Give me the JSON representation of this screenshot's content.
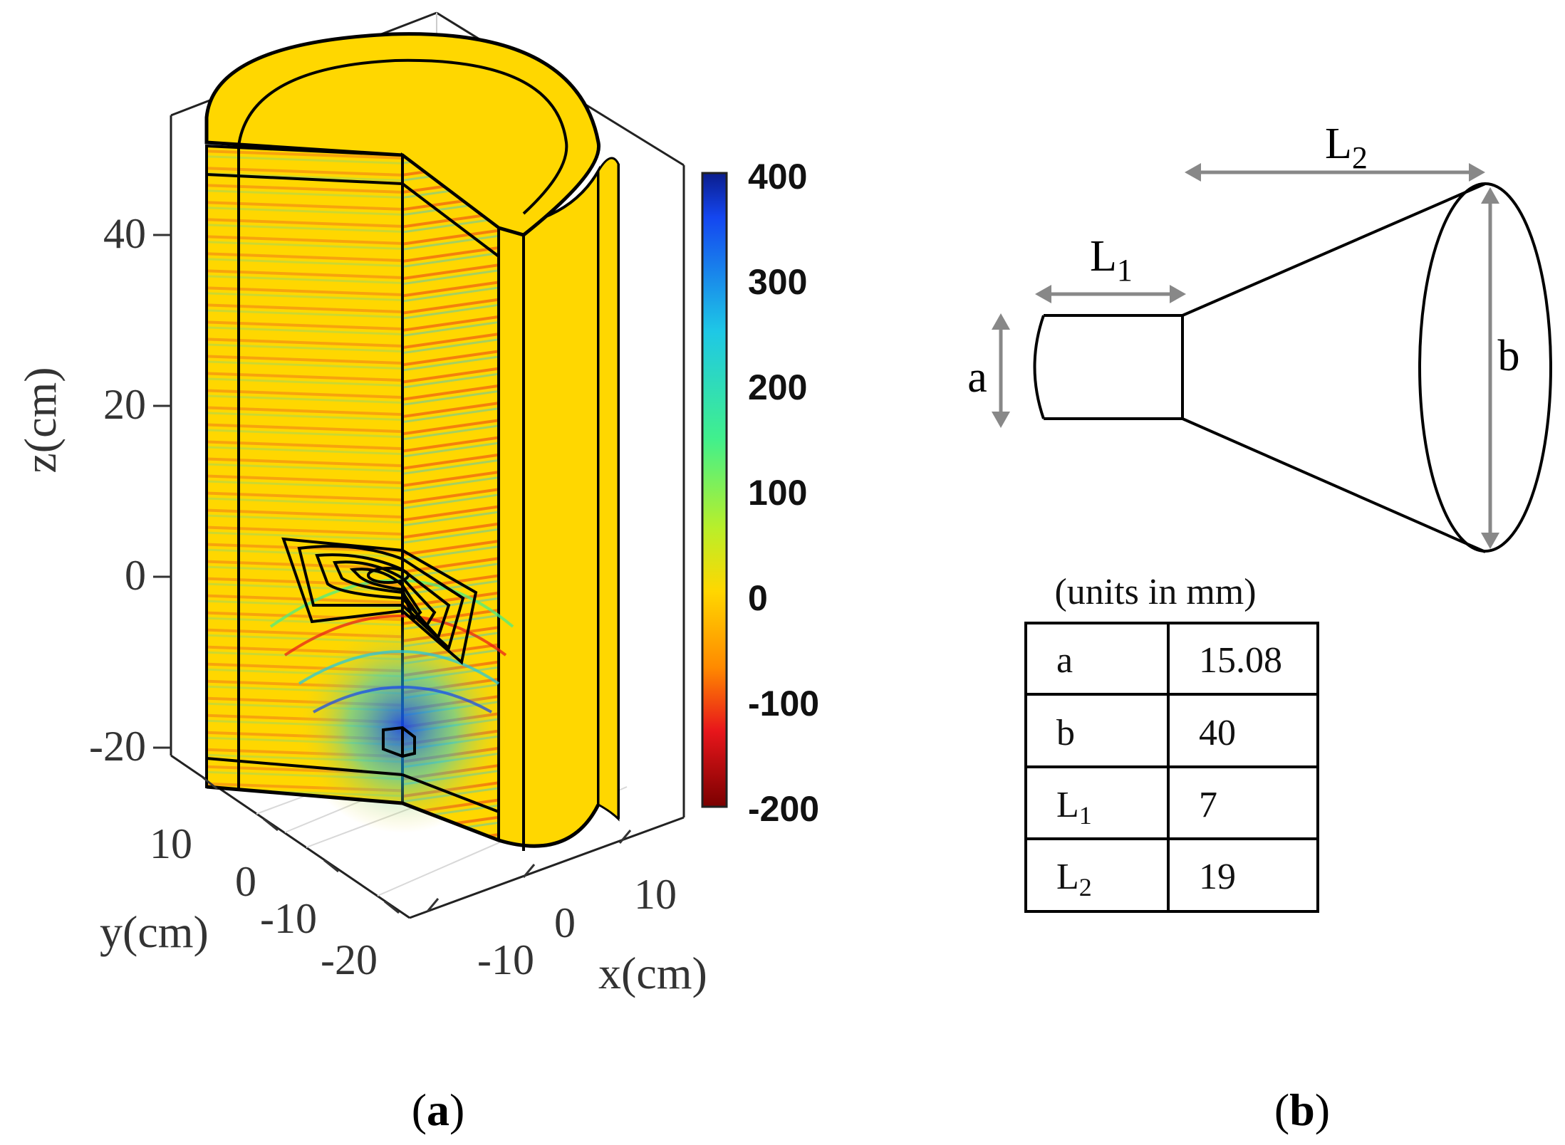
{
  "panel_a": {
    "caption": "(a)",
    "z_axis": {
      "label": "z(cm)",
      "ticks": [
        "40",
        "20",
        "0",
        "-20"
      ]
    },
    "y_axis": {
      "label": "y(cm)",
      "ticks": [
        "10",
        "0",
        "-10",
        "-20"
      ]
    },
    "x_axis": {
      "label": "x(cm)",
      "ticks": [
        "-10",
        "0",
        "10"
      ]
    },
    "colorbar": {
      "ticks": [
        "400",
        "300",
        "200",
        "100",
        "0",
        "-100",
        "-200"
      ],
      "colormap": [
        "#0b1d8c",
        "#1446f0",
        "#1ec8e6",
        "#41f08c",
        "#b9ef2a",
        "#ffd700",
        "#ff8a00",
        "#e8161b",
        "#7a0000"
      ]
    },
    "colors": {
      "body": "#ffd700",
      "edge": "#000000"
    }
  },
  "panel_b": {
    "caption": "(b)",
    "dims": {
      "a": "a",
      "b": "b",
      "L1": "L",
      "L1_sub": "1",
      "L2": "L",
      "L2_sub": "2"
    },
    "table": {
      "units": "(units in mm)",
      "rows": [
        {
          "param": "a",
          "sub": "",
          "value": "15.08"
        },
        {
          "param": "b",
          "sub": "",
          "value": "40"
        },
        {
          "param": "L",
          "sub": "1",
          "value": "7"
        },
        {
          "param": "L",
          "sub": "2",
          "value": "19"
        }
      ]
    }
  }
}
